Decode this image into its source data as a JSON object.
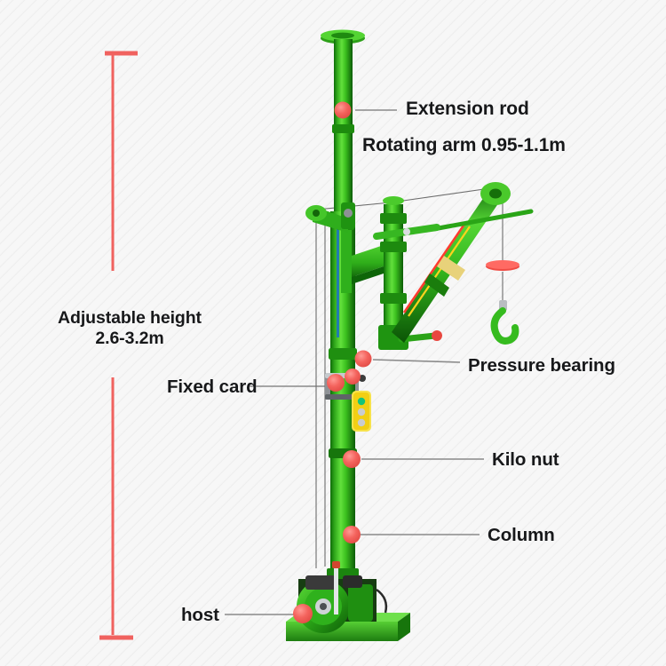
{
  "diagram": {
    "title": "Mini lifting crane annotated diagram",
    "background_color": "#f7f7f7",
    "machine_color": "#3fbf20",
    "marker_color": "#f2605c",
    "leader_line_color": "#8a8a8a",
    "dimension_color": "#f0625f"
  },
  "dimension": {
    "label_line1": "Adjustable height",
    "label_line2": "2.6-3.2m",
    "value_min": "2.6m",
    "value_max": "3.2m"
  },
  "callouts": [
    {
      "id": "extension-rod",
      "label": "Extension rod",
      "side": "right"
    },
    {
      "id": "rotating-arm",
      "label": "Rotating arm 0.95-1.1m",
      "side": "right"
    },
    {
      "id": "pressure-bearing",
      "label": "Pressure bearing",
      "side": "right"
    },
    {
      "id": "kilo-nut",
      "label": "Kilo nut",
      "side": "right"
    },
    {
      "id": "column",
      "label": "Column",
      "side": "right"
    },
    {
      "id": "fixed-card",
      "label": "Fixed card",
      "side": "left"
    },
    {
      "id": "host",
      "label": "host",
      "side": "left"
    }
  ],
  "machine": {
    "parts": [
      "top-plate",
      "extension-rod",
      "column",
      "rotating-arm",
      "jib-boom",
      "tie-cable",
      "pulley",
      "hook",
      "winch-host",
      "base-plate",
      "control-pendant"
    ],
    "control_pendant": {
      "body_color": "#f5d90a",
      "buttons": [
        "green",
        "gray",
        "gray"
      ]
    }
  }
}
